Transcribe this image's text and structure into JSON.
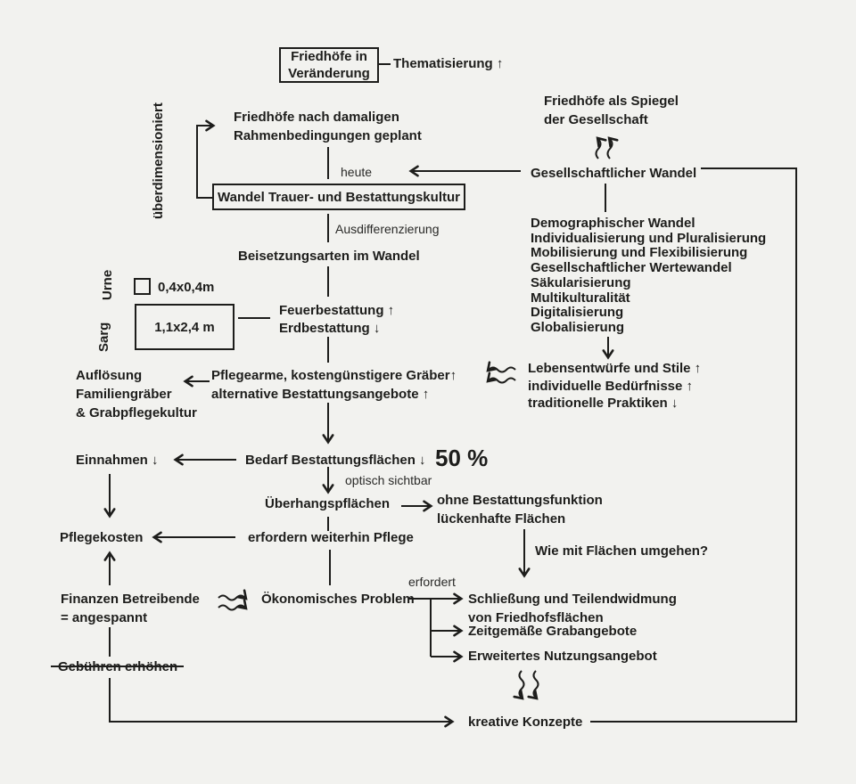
{
  "diagram": {
    "colors": {
      "background": "#f2f2ef",
      "ink": "#1d1d1b"
    },
    "title_box": {
      "line1": "Friedhöfe in",
      "line2": "Veränderung"
    },
    "thematisierung": "Thematisierung ↑",
    "planned": {
      "line1": "Friedhöfe nach damaligen",
      "line2": "Rahmenbedingungen geplant"
    },
    "ueberdimensioniert": "überdimensioniert",
    "heute": "heute",
    "wandel_box": "Wandel Trauer- und Bestattungskultur",
    "ausdifferenzierung": "Ausdifferenzierung",
    "beisetzungsarten": "Beisetzungsarten im Wandel",
    "urne": {
      "label": "Urne",
      "size": "0,4x0,4m"
    },
    "sarg": {
      "label": "Sarg",
      "size": "1,1x2,4 m"
    },
    "feuerbestattung": "Feuerbestattung ↑",
    "erdbestattung": "Erdbestattung ↓",
    "aufloesung": {
      "line1": "Auflösung",
      "line2": "Familiengräber",
      "line3": "& Grabpflegekultur"
    },
    "pflegearme": {
      "line1": "Pflegearme, kostengünstigere Gräber↑",
      "line2": "alternative Bestattungsangebote ↑"
    },
    "spiegel": {
      "line1": "Friedhöfe als Spiegel",
      "line2": "der Gesellschaft"
    },
    "gesellschaftlicher_wandel": "Gesellschaftlicher Wandel",
    "wandel_list": [
      "Demographischer Wandel",
      "Individualisierung und Pluralisierung",
      "Mobilisierung und Flexibilisierung",
      "Gesellschaftlicher Wertewandel",
      "Säkularisierung",
      "Multikulturalität",
      "Digitalisierung",
      "Globalisierung"
    ],
    "lebensentwuerfe": {
      "line1": "Lebensentwürfe und Stile ↑",
      "line2": "individuelle Bedürfnisse ↑",
      "line3": "traditionelle Praktiken ↓"
    },
    "einnahmen": "Einnahmen ↓",
    "bedarf": "Bedarf Bestattungsflächen ↓",
    "fifty_percent": "50 %",
    "optisch_sichtbar": "optisch sichtbar",
    "ueberhangsflaechen": "Überhangspflächen",
    "ohne_bestattung": {
      "line1": "ohne Bestattungsfunktion",
      "line2": "lückenhafte Flächen"
    },
    "pflegekosten": "Pflegekosten",
    "erfordern_pflege": "erfordern weiterhin Pflege",
    "wie_mit_flaechen": "Wie mit Flächen umgehen?",
    "finanzen": {
      "line1": "Finanzen Betreibende",
      "line2": "= angespannt"
    },
    "oekonomisches_problem": "Ökonomisches Problem",
    "erfordert": "erfordert",
    "massnahmen": {
      "schliessung_line1": "Schließung und Teilendwidmung",
      "schliessung_line2": "von Friedhofsflächen",
      "zeitgemaesse": "Zeitgemäße Grabangebote",
      "erweitertes": "Erweitertes Nutzungsangebot"
    },
    "gebuehren": "Gebühren erhöhen",
    "kreative_konzepte": "kreative Konzepte"
  }
}
